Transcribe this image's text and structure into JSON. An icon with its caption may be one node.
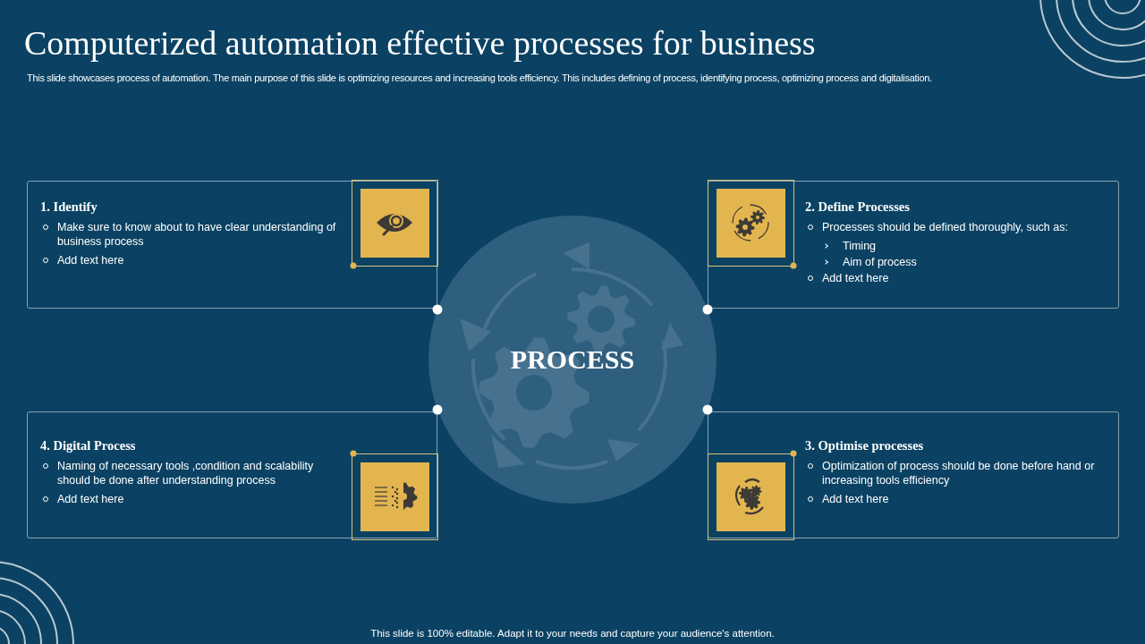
{
  "diagram": {
    "title": "Computerized automation effective processes for business",
    "nodes": [
      {
        "text": [
          "PROCESS"
        ]
      },
      {
        "text": [
          "1. Identify",
          "Make sure to know about to have  clear understanding of business process",
          "Add text here"
        ]
      },
      {
        "text": [
          "2. Define Processes",
          "Processes should be defined thoroughly, such as:",
          "Timing",
          "Aim of process",
          "Add text here"
        ]
      },
      {
        "text": [
          "4. Digital Process",
          "Naming of necessary tools ,condition and scalability should be done after understanding  process",
          "Add text here"
        ]
      },
      {
        "text": [
          "3. Optimise processes",
          "Optimization of process should be done before hand or increasing tools efficiency",
          "Add text here"
        ]
      }
    ],
    "labels": [
      "This slide showcases process of automation. The main purpose of this slide is optimizing resources and increasing tools efficiency. This includes defining of process, identifying process, optimizing process and digitalisation.",
      "This slide is 100% editable. Adapt it to your needs and capture your audience's attention."
    ]
  }
}
